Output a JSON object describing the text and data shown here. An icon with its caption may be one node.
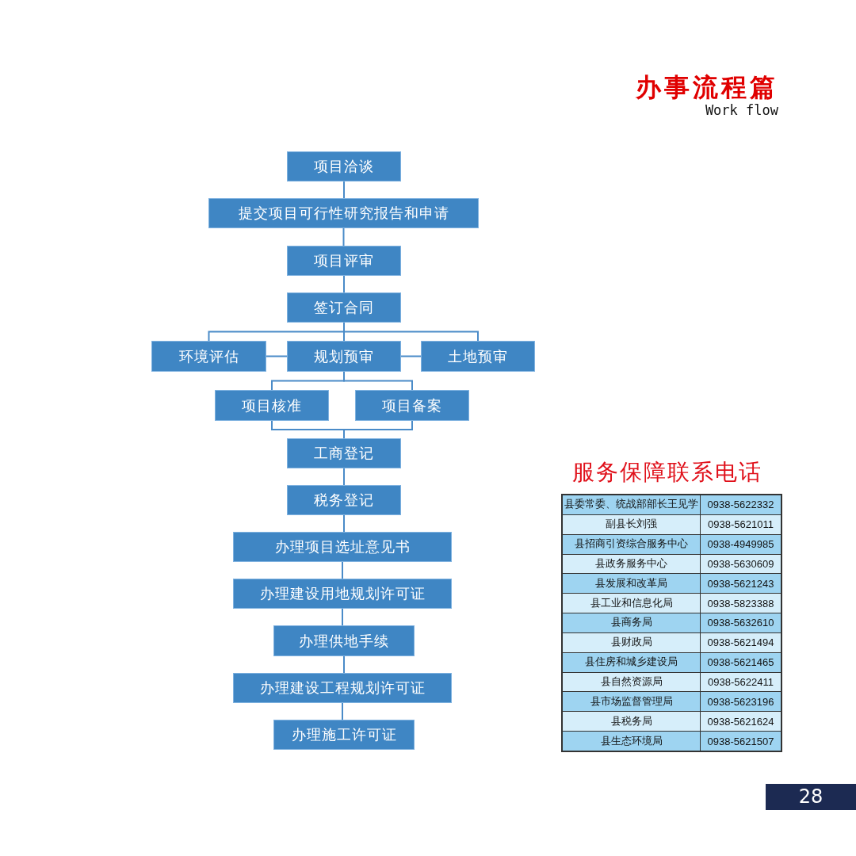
{
  "diagram": {
    "title": "办事流程篇",
    "nodes": [
      {
        "text": [
          "项目洽谈"
        ]
      },
      {
        "text": [
          "提交项目可行性研究报告和申请"
        ]
      },
      {
        "text": [
          "项目评审"
        ]
      },
      {
        "text": [
          "签订合同"
        ]
      },
      {
        "text": [
          "环境评估"
        ]
      },
      {
        "text": [
          "规划预审"
        ]
      },
      {
        "text": [
          "土地预审"
        ]
      },
      {
        "text": [
          "项目核准"
        ]
      },
      {
        "text": [
          "项目备案"
        ]
      },
      {
        "text": [
          "工商登记"
        ]
      },
      {
        "text": [
          "税务登记"
        ]
      },
      {
        "text": [
          "办理项目选址意见书"
        ]
      },
      {
        "text": [
          "办理建设用地规划许可证"
        ]
      },
      {
        "text": [
          "办理供地手续"
        ]
      },
      {
        "text": [
          "办理建设工程规划许可证"
        ]
      },
      {
        "text": [
          "办理施工许可证"
        ]
      }
    ],
    "edges": [
      {
        "from": 0,
        "to": 1,
        "arrow": "none"
      },
      {
        "from": 1,
        "to": 2,
        "arrow": "none"
      },
      {
        "from": 2,
        "to": 3,
        "arrow": "none"
      },
      {
        "from": 3,
        "to": 4,
        "arrow": "none"
      },
      {
        "from": 3,
        "to": 5,
        "arrow": "none"
      },
      {
        "from": 3,
        "to": 6,
        "arrow": "none"
      },
      {
        "from": 4,
        "to": 5,
        "arrow": "none"
      },
      {
        "from": 5,
        "to": 6,
        "arrow": "none"
      },
      {
        "from": 5,
        "to": 7,
        "arrow": "none"
      },
      {
        "from": 5,
        "to": 8,
        "arrow": "none"
      },
      {
        "from": 7,
        "to": 9,
        "arrow": "none"
      },
      {
        "from": 8,
        "to": 9,
        "arrow": "none"
      },
      {
        "from": 9,
        "to": 10,
        "arrow": "none"
      },
      {
        "from": 10,
        "to": 11,
        "arrow": "none"
      },
      {
        "from": 11,
        "to": 12,
        "arrow": "none"
      },
      {
        "from": 12,
        "to": 13,
        "arrow": "none"
      },
      {
        "from": 13,
        "to": 14,
        "arrow": "none"
      },
      {
        "from": 14,
        "to": 15,
        "arrow": "none"
      }
    ],
    "labels": [
      "Work flow",
      "服务保障联系电话",
      "县委常委、统战部部长王见学",
      "0938-5622332",
      "副县长刘强",
      "0938-5621011",
      "县招商引资综合服务中心",
      "0938-4949985",
      "县政务服务中心",
      "0938-5630609",
      "县发展和改革局",
      "0938-5621243",
      "县工业和信息化局",
      "0938-5823388",
      "县商务局",
      "0938-5632610",
      "县财政局",
      "0938-5621494",
      "县住房和城乡建设局",
      "0938-5621465",
      "县自然资源局",
      "0938-5622411",
      "县市场监督管理局",
      "0938-5623196",
      "县税务局",
      "0938-5621624",
      "县生态环境局",
      "0938-5621507",
      "28"
    ]
  }
}
